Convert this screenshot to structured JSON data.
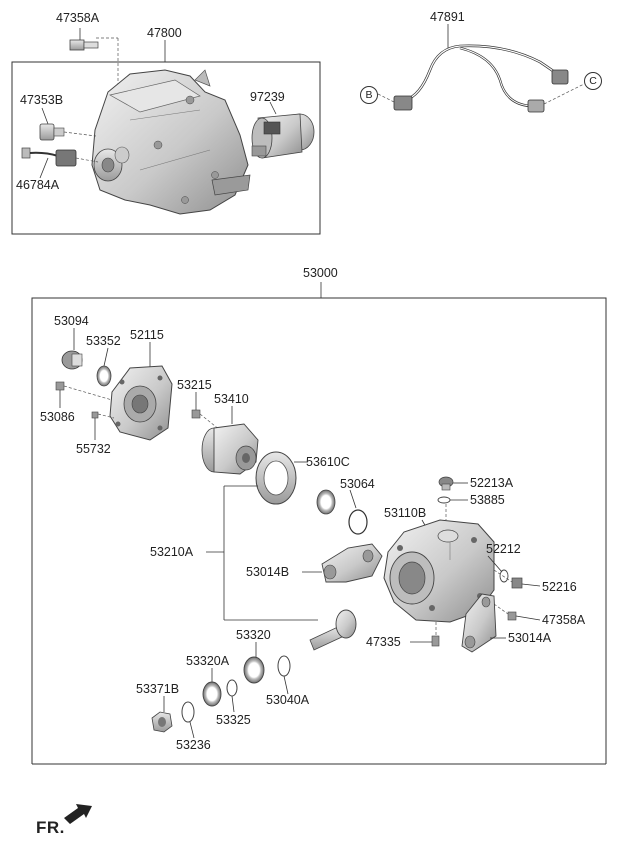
{
  "diagram": {
    "top_left_group": "47800",
    "harness_group": "47891",
    "main_group": "53000",
    "connector_b": "B",
    "connector_c": "C",
    "fr_label": "FR.",
    "parts": {
      "p47358a_top": "47358A",
      "p47353b": "47353B",
      "p46784a": "46784A",
      "p97239": "97239",
      "p53094": "53094",
      "p53352": "53352",
      "p52115": "52115",
      "p53086": "53086",
      "p55732": "55732",
      "p53215": "53215",
      "p53410": "53410",
      "p53610c": "53610C",
      "p53064": "53064",
      "p52213a": "52213A",
      "p53885": "53885",
      "p53110b": "53110B",
      "p52212": "52212",
      "p52216": "52216",
      "p53210a": "53210A",
      "p53014b": "53014B",
      "p47358a_main": "47358A",
      "p47335": "47335",
      "p53014a": "53014A",
      "p53320": "53320",
      "p53320a": "53320A",
      "p53040a": "53040A",
      "p53371b": "53371B",
      "p53325": "53325",
      "p53236": "53236"
    }
  }
}
